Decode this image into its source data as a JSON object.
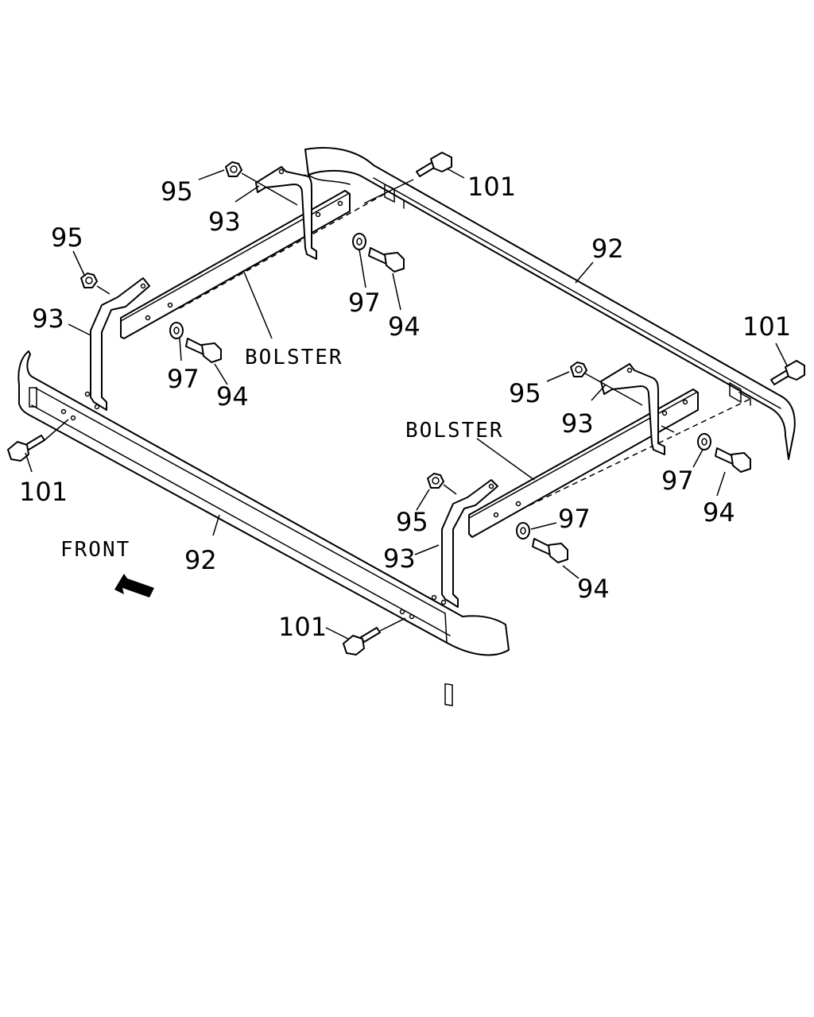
{
  "labels": {
    "front": "FRONT",
    "bolster_rear": "BOLSTER",
    "bolster_front": "BOLSTER",
    "rail_rear": "92",
    "rail_front": "92",
    "bracket_rear_left": "93",
    "bracket_front_left": "93",
    "bracket_rear_right": "93",
    "bracket_front_right": "93",
    "nut_rear_left": "95",
    "nut_front_left": "95",
    "nut_rear_right": "95",
    "nut_front_right": "95",
    "washer_rear_left_a": "97",
    "washer_rear_left_b": "97",
    "washer_front_right_a": "97",
    "washer_front_right_b": "97",
    "bolt_rear_left_a": "94",
    "bolt_rear_left_b": "94",
    "bolt_front_right_a": "94",
    "bolt_front_right_b": "94",
    "screw_rear_top": "101",
    "screw_rear_right": "101",
    "screw_front_left": "101",
    "screw_front_bottom": "101"
  },
  "colors": {
    "ink": "#000000",
    "paper": "#ffffff"
  },
  "icons": {
    "front_arrow": "arrow-up-left-icon"
  }
}
